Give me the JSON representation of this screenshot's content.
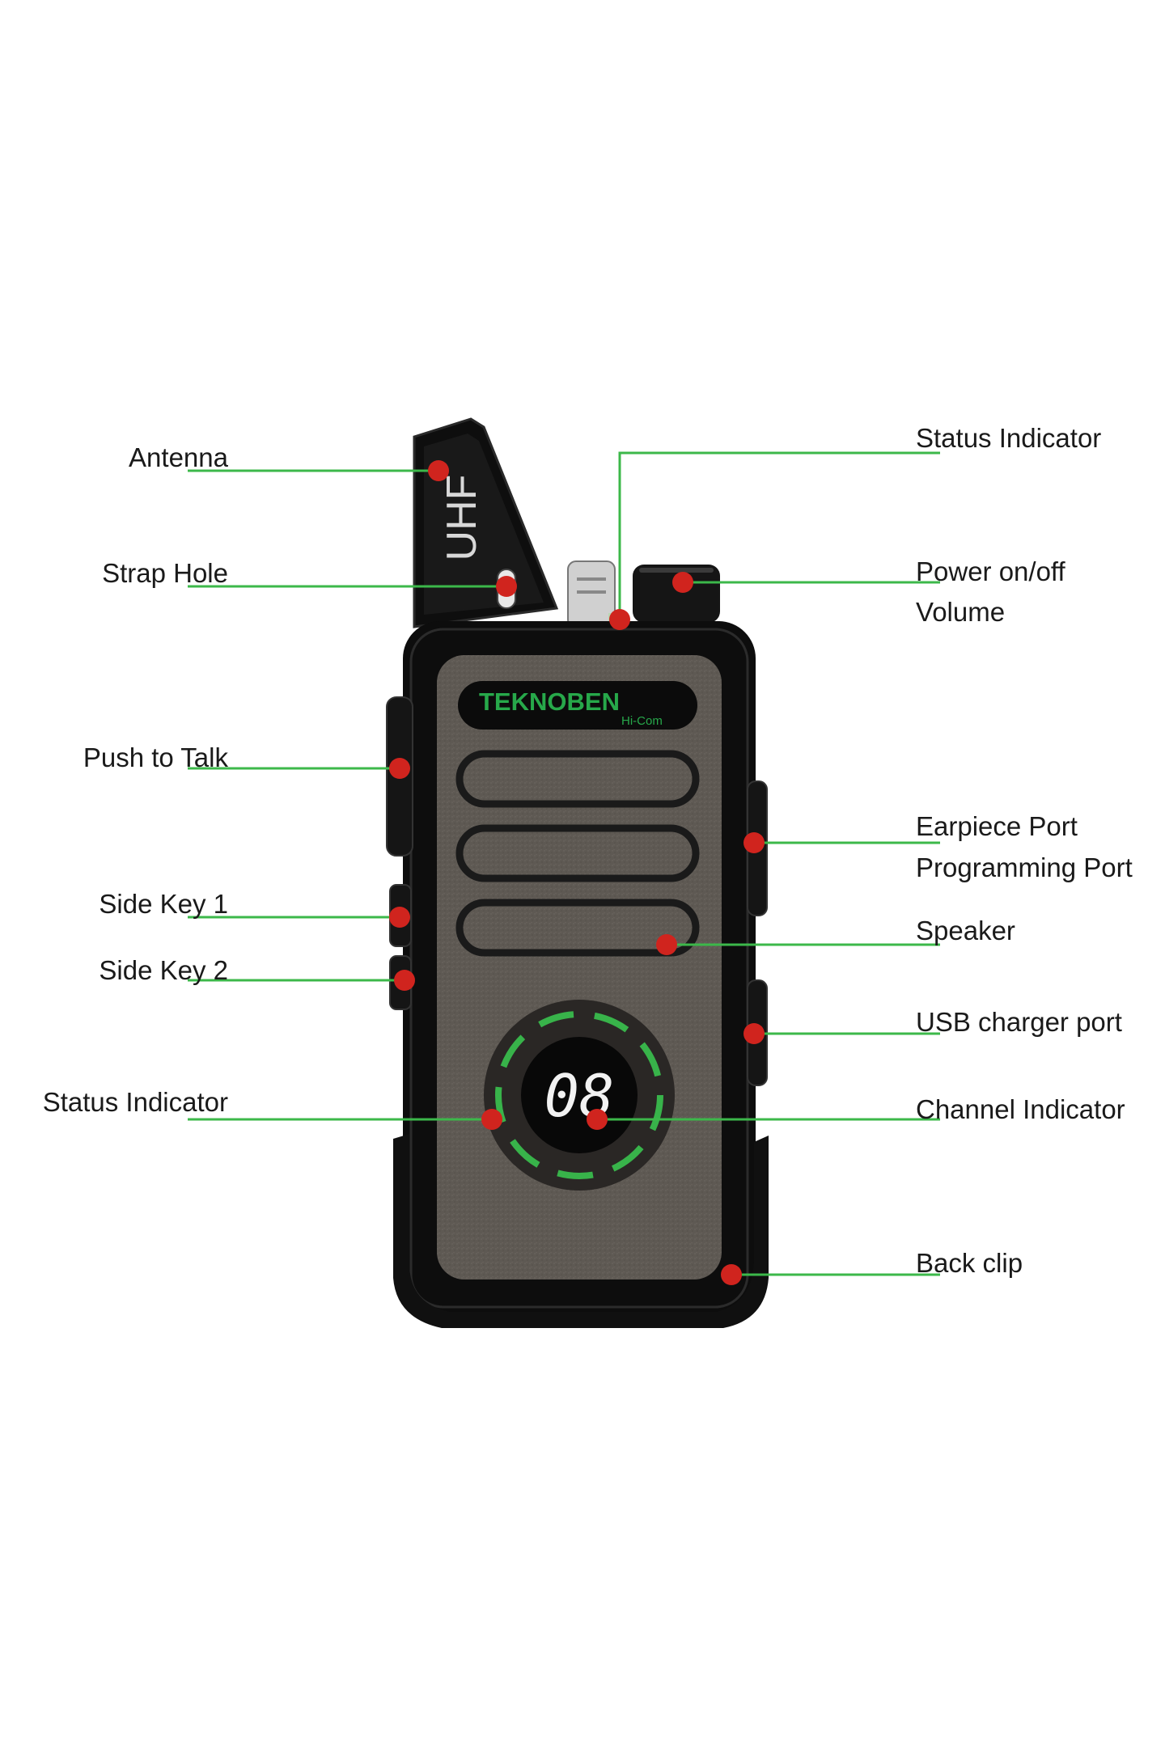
{
  "colors": {
    "leader_line": "#3cb84a",
    "marker": "#d0241e",
    "body": "#111111",
    "faceplate": "#5e5953",
    "brand_text": "#27a84a",
    "ring_green": "#38b34a",
    "lcd_digits": "#f2f2f2"
  },
  "device": {
    "band_label": "UHF",
    "brand_name": "TEKNOBEN",
    "brand_sub": "Hi-Com",
    "channel_display": "08"
  },
  "callouts": {
    "antenna": "Antenna",
    "strap_hole": "Strap Hole",
    "push_to_talk": "Push to Talk",
    "side_key_1": "Side Key 1",
    "side_key_2": "Side Key 2",
    "status_indicator_left": "Status Indicator",
    "status_indicator_top": "Status Indicator",
    "power_on_off": "Power on/off",
    "volume": "Volume",
    "earpiece_port": "Earpiece Port",
    "programming_port": "Programming Port",
    "speaker": "Speaker",
    "usb_charger_port": "USB charger port",
    "channel_indicator": "Channel Indicator",
    "back_clip": "Back clip"
  }
}
